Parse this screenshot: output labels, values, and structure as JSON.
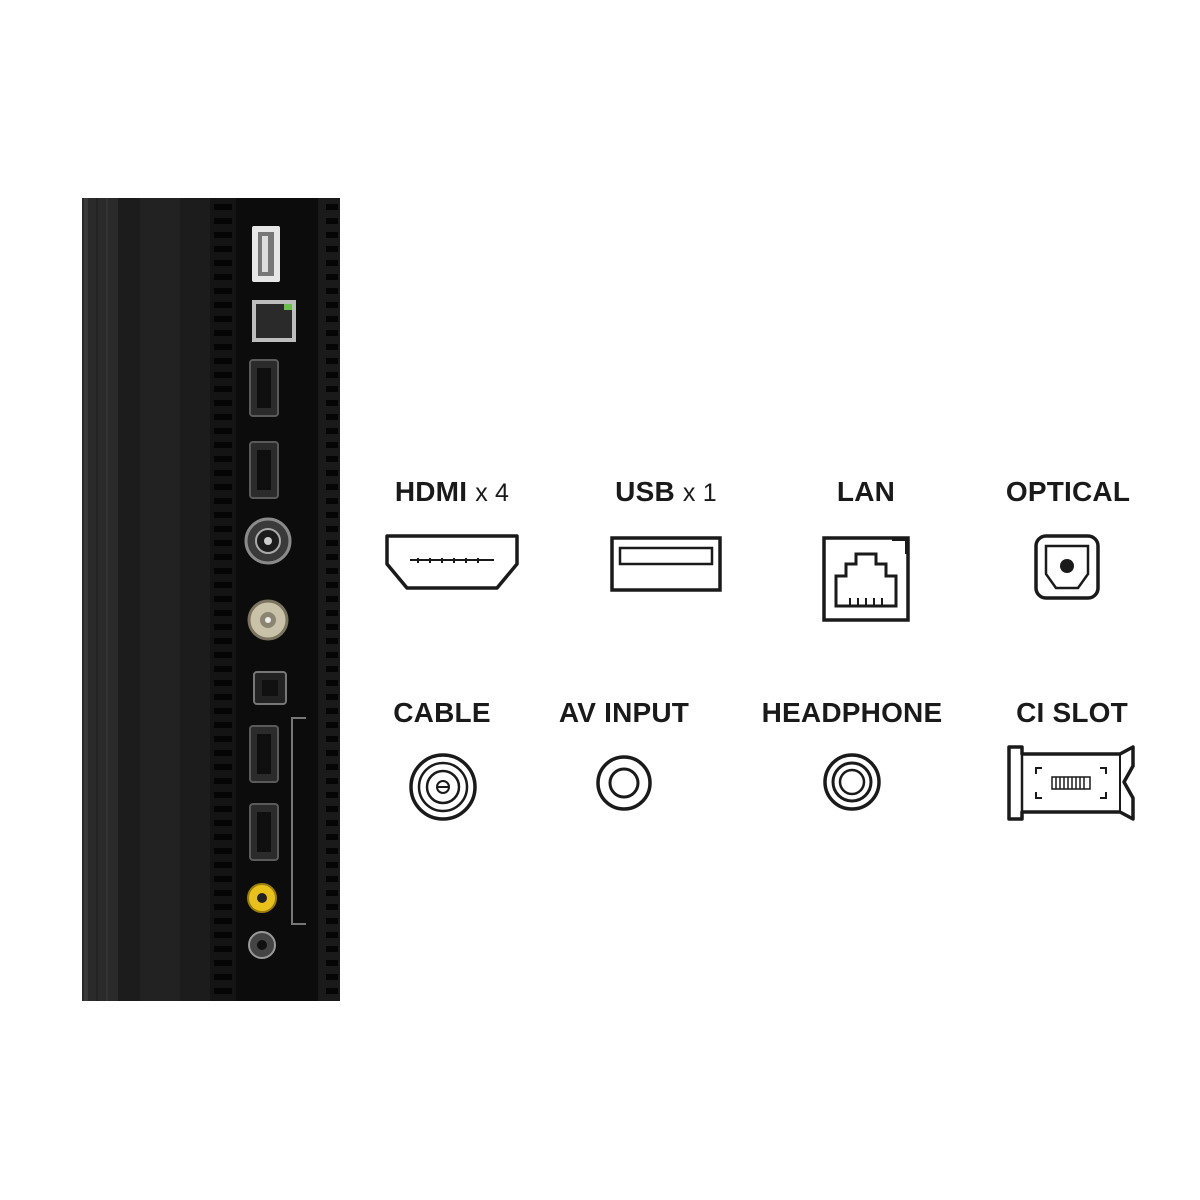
{
  "colors": {
    "panel_dark": "#1b1b1b",
    "panel_black": "#0d0d0d",
    "icon_stroke": "#1a1a1a",
    "rca_yellow": "#e8c21a"
  },
  "ports": [
    {
      "name": "HDMI",
      "count": "x 4",
      "icon": "hdmi-icon"
    },
    {
      "name": "USB",
      "count": "x 1",
      "icon": "usb-icon"
    },
    {
      "name": "LAN",
      "count": "",
      "icon": "lan-icon"
    },
    {
      "name": "OPTICAL",
      "count": "",
      "icon": "optical-icon"
    },
    {
      "name": "CABLE",
      "count": "",
      "icon": "cable-icon"
    },
    {
      "name": "AV INPUT",
      "count": "",
      "icon": "av-input-icon"
    },
    {
      "name": "HEADPHONE",
      "count": "",
      "icon": "headphone-icon"
    },
    {
      "name": "CI SLOT",
      "count": "",
      "icon": "ci-slot-icon"
    }
  ]
}
